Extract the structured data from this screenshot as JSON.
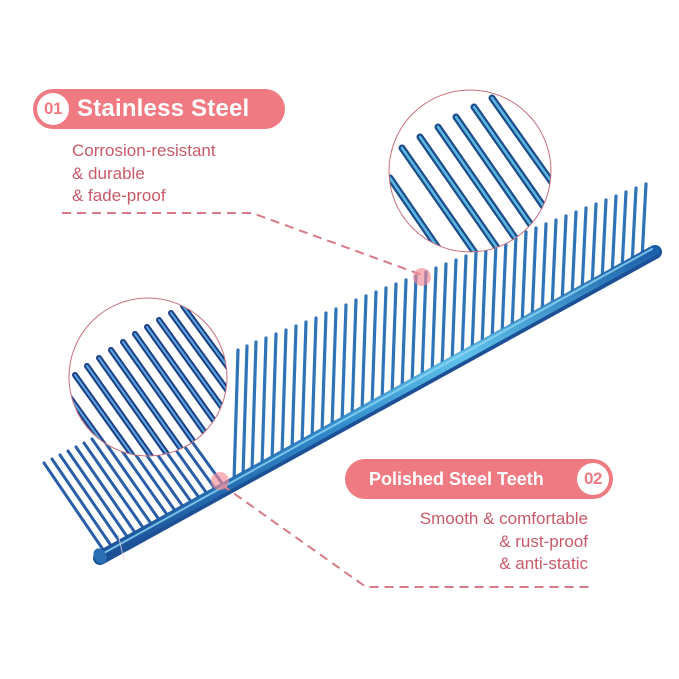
{
  "colors": {
    "accent_pink": "#ef7a82",
    "text_pink": "#c85a68",
    "dash_pink": "#d77a86",
    "comb_blue": "#2f74b8",
    "comb_dark": "#1d3f86",
    "comb_light": "#5fb2de",
    "background": "#ffffff"
  },
  "features": [
    {
      "number": "01",
      "title": "Stainless Steel",
      "lines": [
        "Corrosion-resistant",
        "& durable",
        "& fade-proof"
      ]
    },
    {
      "number": "02",
      "title": "Polished Steel Teeth",
      "lines": [
        "Smooth & comfortable",
        "& rust-proof",
        "& anti-static"
      ]
    }
  ],
  "product": {
    "name": "comb",
    "icon": "pet-grooming-comb-illustration",
    "zoom_callouts": [
      "magnify-circle-teeth-wide",
      "magnify-circle-teeth-fine"
    ]
  }
}
